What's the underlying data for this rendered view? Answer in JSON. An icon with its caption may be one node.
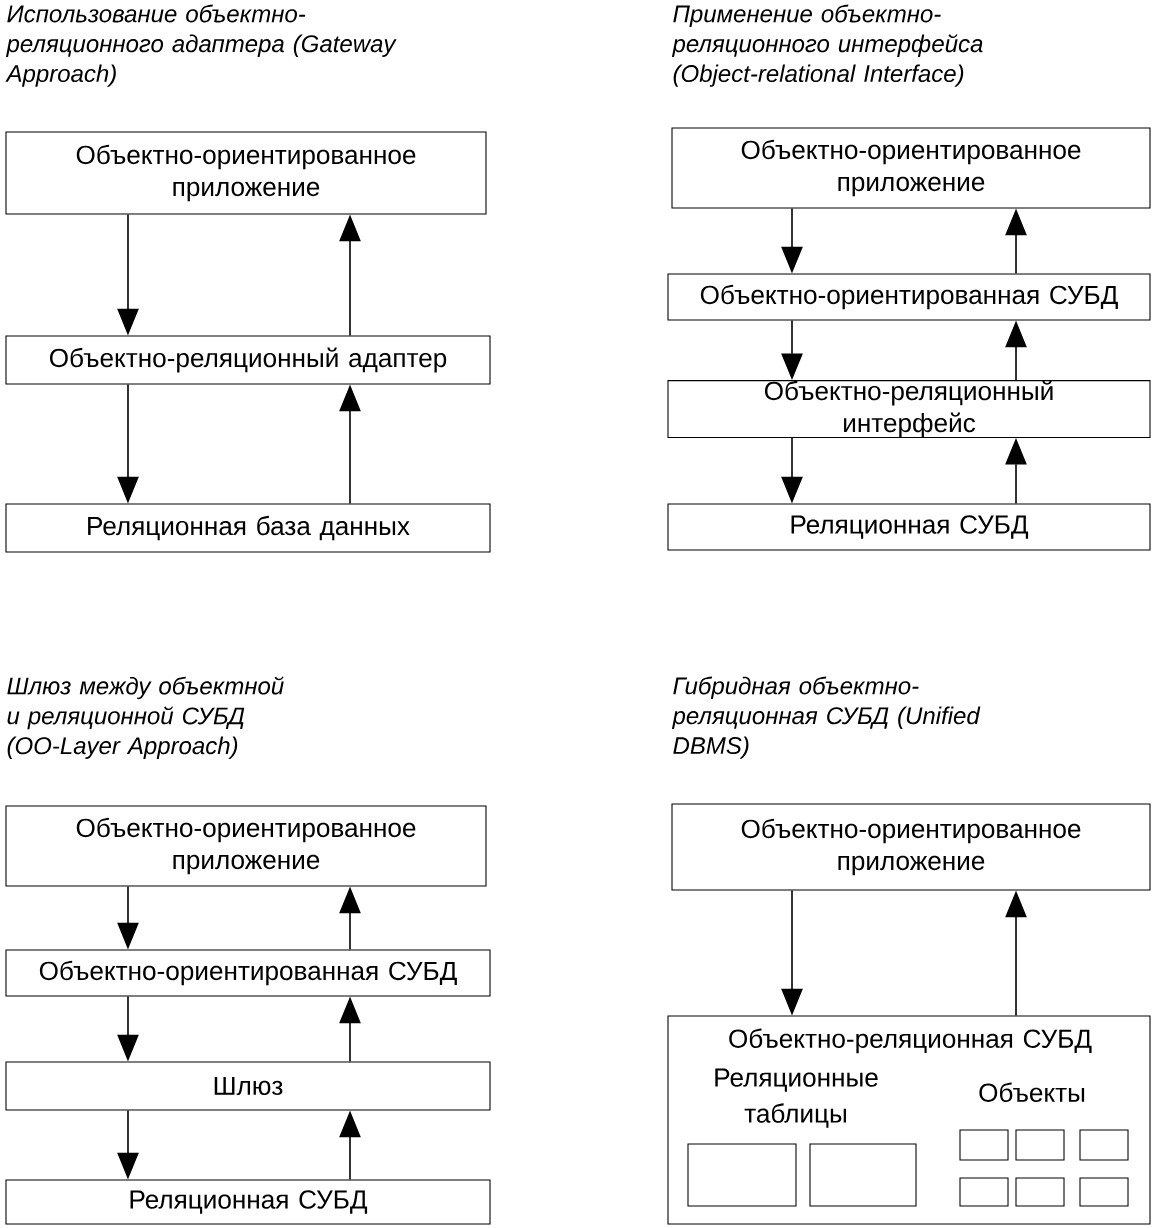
{
  "diagram": {
    "nodes": [
      {
        "text": [
          "Объектно-ориентированное приложение"
        ]
      },
      {
        "text": [
          "Объектно-реляционный адаптер"
        ]
      },
      {
        "text": [
          "Реляционная база данных"
        ]
      },
      {
        "text": [
          "Объектно-ориентированное приложение"
        ]
      },
      {
        "text": [
          "Объектно-ориентированная СУБД"
        ]
      },
      {
        "text": [
          "Объектно-реляционный интерфейс"
        ]
      },
      {
        "text": [
          "Реляционная СУБД"
        ]
      },
      {
        "text": [
          "Объектно-ориентированное приложение"
        ]
      },
      {
        "text": [
          "Объектно-ориентированная СУБД"
        ]
      },
      {
        "text": [
          "Шлюз"
        ]
      },
      {
        "text": [
          "Реляционная СУБД"
        ]
      },
      {
        "text": [
          "Объектно-ориентированное приложение"
        ]
      },
      {
        "text": [
          "Объектно-реляционная СУБД",
          "Реляционные таблицы",
          "Объекты"
        ]
      },
      {
        "text": [],
        "shape": "box",
        "in": 12
      },
      {
        "text": [],
        "shape": "box",
        "in": 12
      },
      {
        "text": [],
        "shape": "box",
        "in": 12
      },
      {
        "text": [],
        "shape": "box",
        "in": 12
      },
      {
        "text": [],
        "shape": "box",
        "in": 12
      },
      {
        "text": [],
        "shape": "box",
        "in": 12
      },
      {
        "text": [],
        "shape": "box",
        "in": 12
      },
      {
        "text": [],
        "shape": "box",
        "in": 12
      }
    ],
    "edges": [
      {
        "from": 0,
        "to": 1,
        "arrow": "to"
      },
      {
        "from": 1,
        "to": 0,
        "arrow": "to"
      },
      {
        "from": 1,
        "to": 2,
        "arrow": "to"
      },
      {
        "from": 2,
        "to": 1,
        "arrow": "to"
      },
      {
        "from": 3,
        "to": 4,
        "arrow": "to"
      },
      {
        "from": 4,
        "to": 3,
        "arrow": "to"
      },
      {
        "from": 4,
        "to": 5,
        "arrow": "to"
      },
      {
        "from": 5,
        "to": 4,
        "arrow": "to"
      },
      {
        "from": 5,
        "to": 6,
        "arrow": "to"
      },
      {
        "from": 6,
        "to": 5,
        "arrow": "to"
      },
      {
        "from": 7,
        "to": 8,
        "arrow": "to"
      },
      {
        "from": 8,
        "to": 7,
        "arrow": "to"
      },
      {
        "from": 8,
        "to": 9,
        "arrow": "to"
      },
      {
        "from": 9,
        "to": 8,
        "arrow": "to"
      },
      {
        "from": 9,
        "to": 10,
        "arrow": "to"
      },
      {
        "from": 10,
        "to": 9,
        "arrow": "to"
      },
      {
        "from": 11,
        "to": 12,
        "arrow": "to"
      },
      {
        "from": 12,
        "to": 11,
        "arrow": "to"
      }
    ],
    "labels": [
      "Использование объектно-реляционного адаптера (Gateway Approach)",
      "Применение объектно-реляционного интерфейса (Object-relational Interface)",
      "Шлюз между объектной и реляционной СУБД (OO-Layer Approach)",
      "Гибридная объектно-реляционная СУБД (Unified DBMS)"
    ]
  }
}
